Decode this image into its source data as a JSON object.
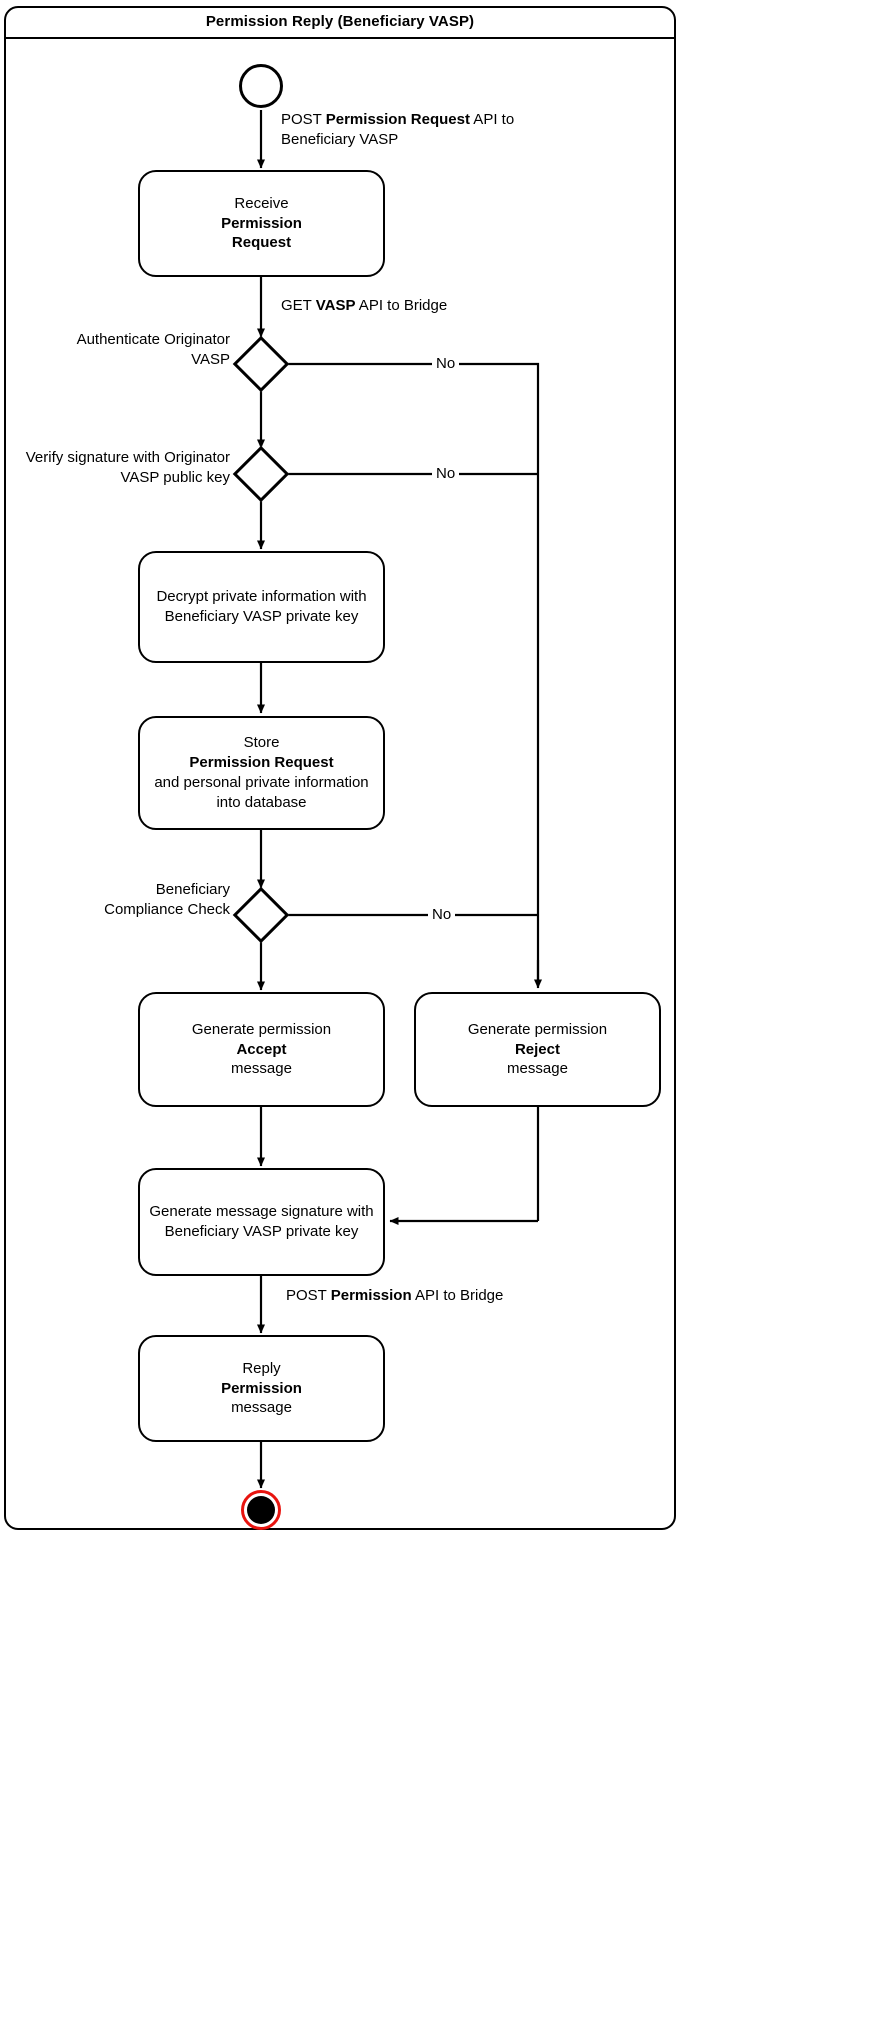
{
  "diagram": {
    "title": "Permission Reply (Beneficiary VASP)",
    "start_node": "start-circle",
    "end_node": "end-circle"
  },
  "nodes": {
    "receive": {
      "line1_plain": "Receive ",
      "line1_bold": "Permission",
      "line2_bold": "Request"
    },
    "decrypt": {
      "text": "Decrypt private information with Beneficiary VASP private key"
    },
    "store": {
      "p1": "Store ",
      "b1": "Permission Request",
      "p2": " and personal private information into database"
    },
    "accept": {
      "line1": "Generate permission",
      "bold": "Accept",
      "tail": " message"
    },
    "reject": {
      "line1": "Generate permission",
      "bold": "Reject",
      "tail": " message"
    },
    "signature": {
      "text": "Generate message signature with Beneficiary VASP private key"
    },
    "reply": {
      "pre": "Reply ",
      "bold": "Permission",
      "post": " message"
    }
  },
  "decisions": {
    "authenticate": {
      "label": "Authenticate Originator VASP",
      "no_label": "No"
    },
    "verify": {
      "label": "Verify signature with Originator VASP public key",
      "no_label": "No"
    },
    "compliance": {
      "label": "Beneficiary Compliance Check",
      "no_label": "No"
    }
  },
  "edge_labels": {
    "post_permission_request": {
      "pre": "POST ",
      "bold": "Permission Request",
      "post": " API",
      "line2": "to Beneficiary VASP"
    },
    "get_vasp": {
      "pre": "GET ",
      "bold": "VASP",
      "post": " API to Bridge"
    },
    "post_permission": {
      "pre": "POST ",
      "bold": "Permission",
      "post": " API",
      "line2": "to Bridge"
    }
  },
  "colors": {
    "stroke": "#000000",
    "end_ring": "#e8140f",
    "background": "#ffffff"
  }
}
